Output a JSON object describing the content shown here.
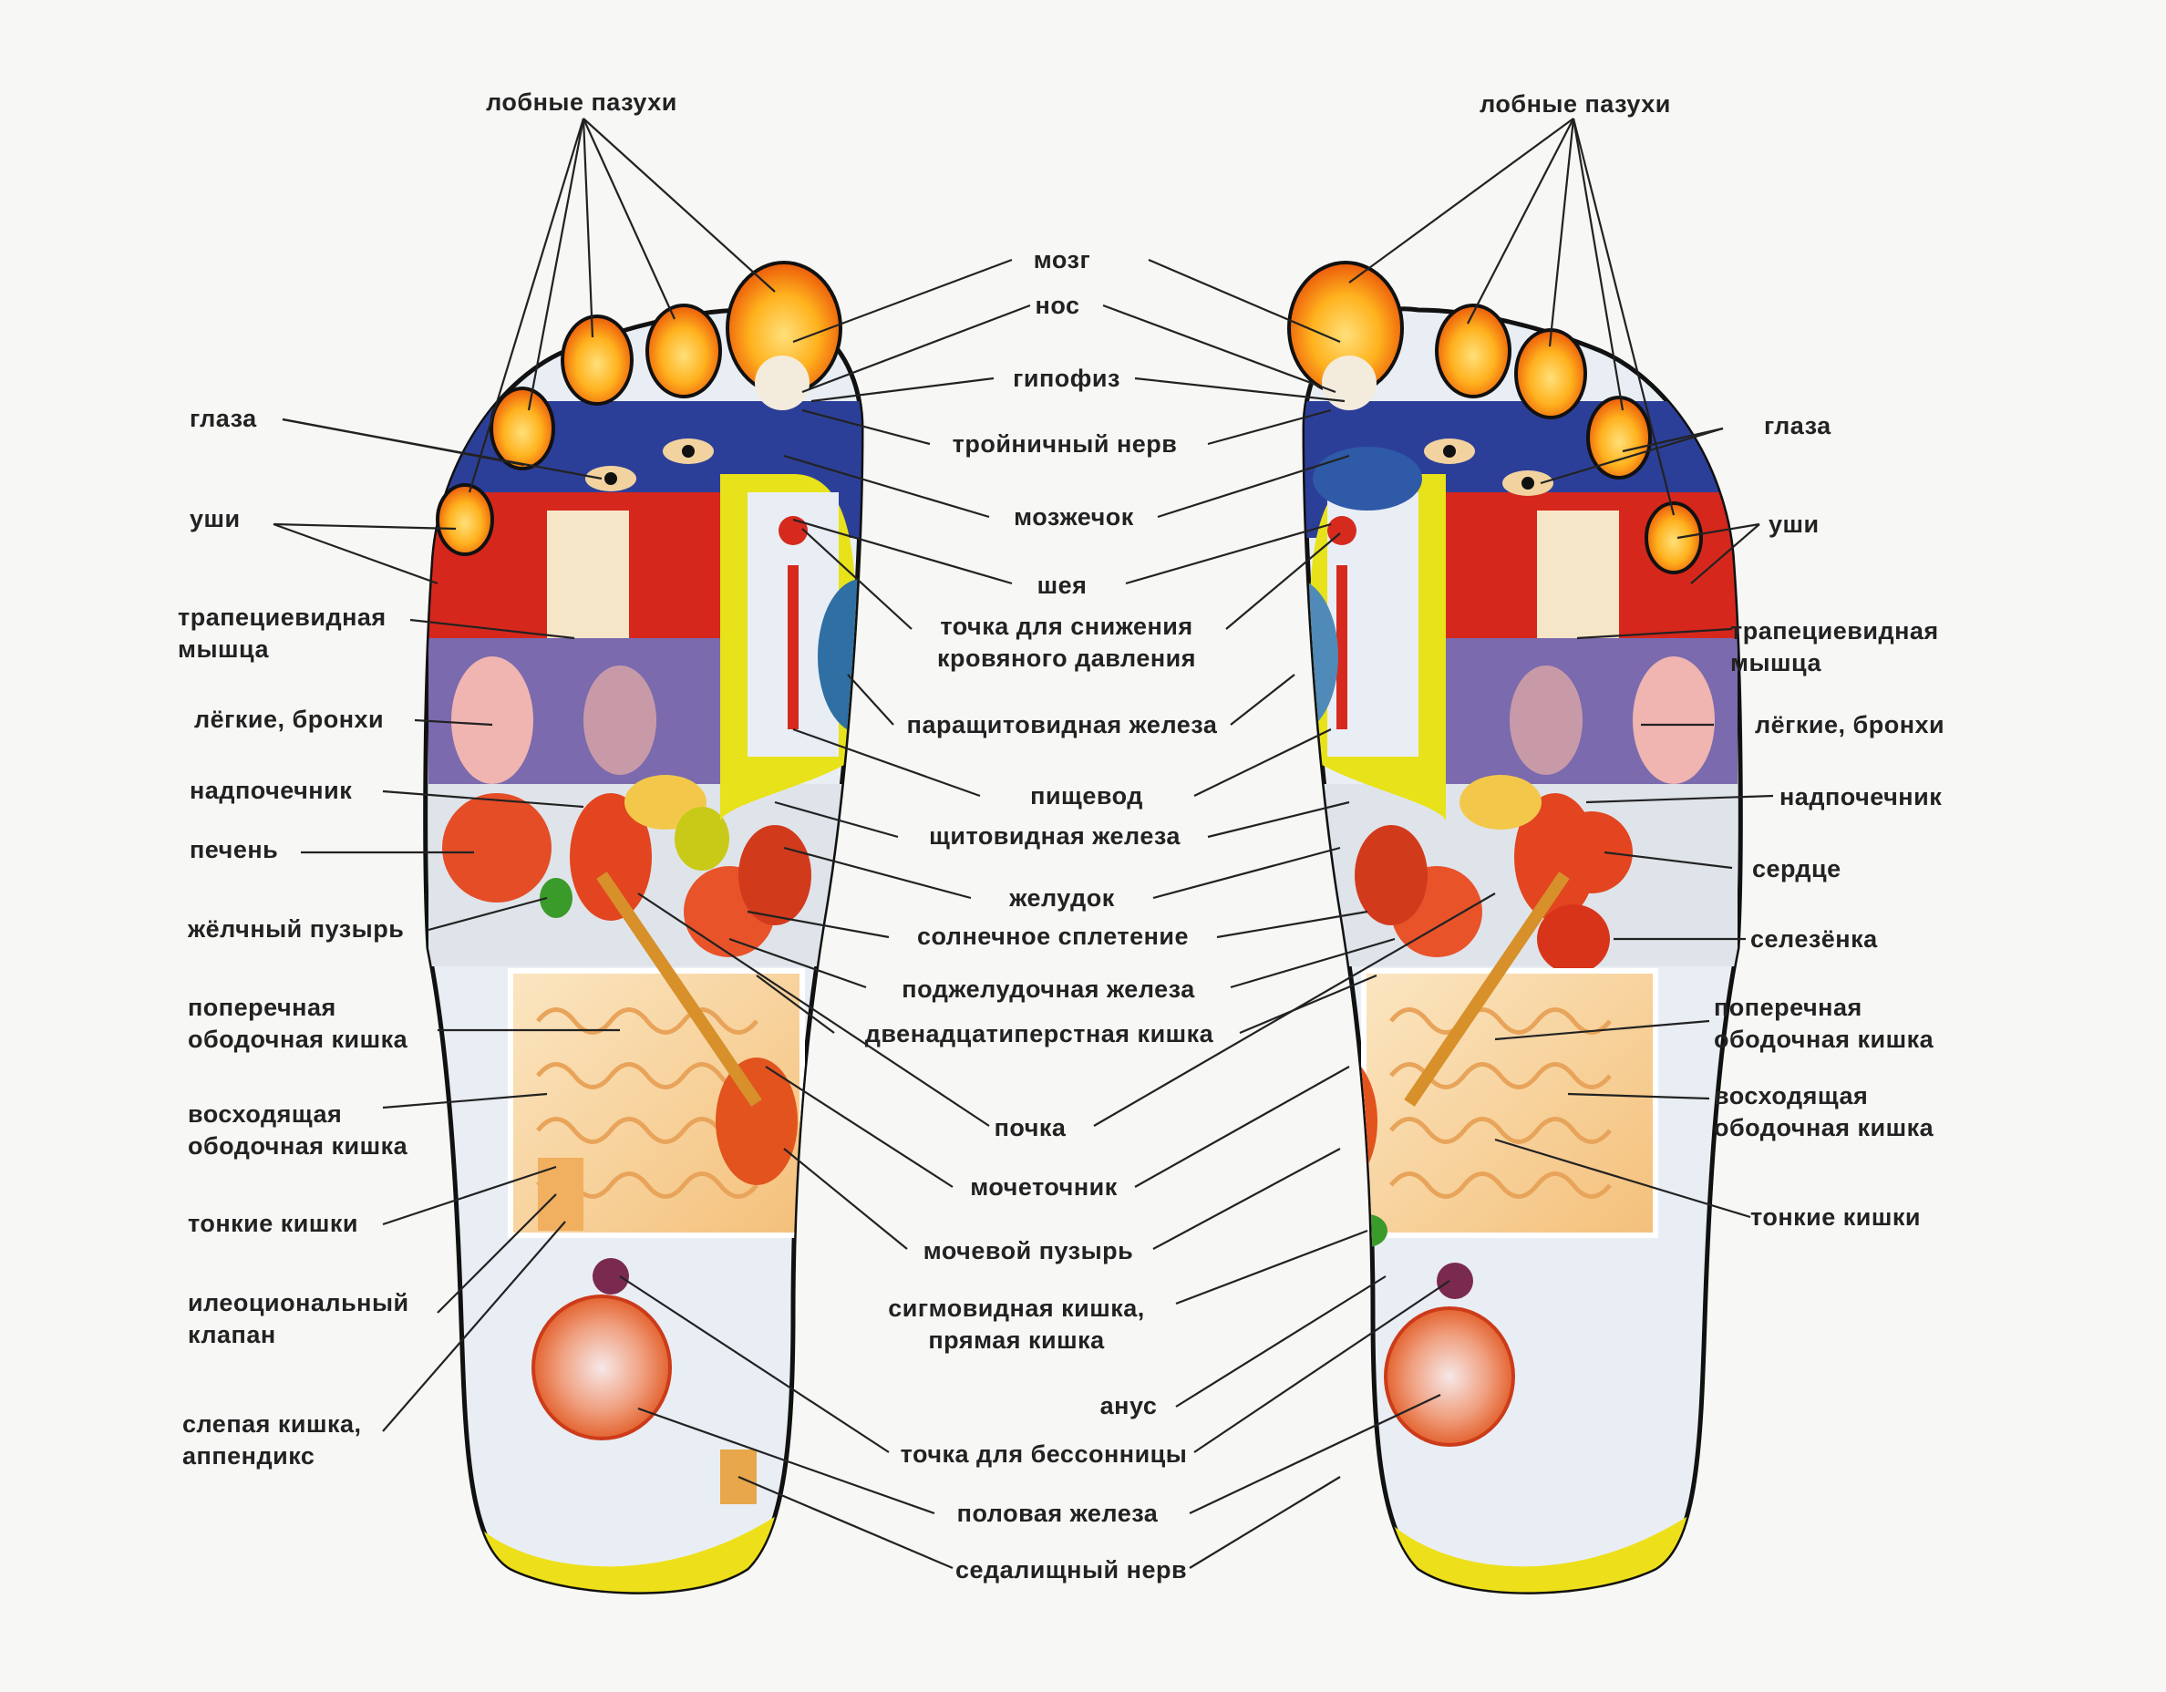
{
  "colors": {
    "background": "#f7f7f5",
    "outline": "#111111",
    "toe_orange": "#f0700c",
    "toe_center": "#ffc63a",
    "head_red": "#d9251c",
    "eye_blue": "#2b3f9b",
    "lung_purple": "#7a69ad",
    "spine_yellow": "#e7e21c",
    "heel_yellow": "#eedd15",
    "intestine_cream": "#f6d49d",
    "organ_red": "#e04a22",
    "thyroid_blue": "#2f6fa4",
    "label_text": "#222222"
  },
  "labels": {
    "frontal_sinus": "лобные пазухи",
    "eyes": "глаза",
    "ears": "уши",
    "trapezius": [
      "трапециевидная",
      "мышца"
    ],
    "lungs": "лёгкие, бронхи",
    "adrenal": "надпочечник",
    "liver": "печень",
    "gallbladder": "жёлчный пузырь",
    "transverse_colon": [
      "поперечная",
      "ободочная кишка"
    ],
    "ascending_colon": [
      "восходящая",
      "ободочная кишка"
    ],
    "small_intestine": "тонкие кишки",
    "ileocecal": [
      "илеоциональный",
      "клапан"
    ],
    "appendix": [
      "слепая кишка,",
      "аппендикс"
    ],
    "heart": "сердце",
    "spleen": "селезёнка",
    "brain": "мозг",
    "nose": "нос",
    "pituitary": "гипофиз",
    "trigeminal": "тройничный нерв",
    "cerebellum": "мозжечок",
    "neck": "шея",
    "blood_pressure": [
      "точка для снижения",
      "кровяного давления"
    ],
    "parathyroid": "паращитовидная железа",
    "esophagus": "пищевод",
    "thyroid": "щитовидная железа",
    "stomach": "желудок",
    "solar_plexus": "солнечное сплетение",
    "pancreas": "поджелудочная железа",
    "duodenum": "двенадцатиперстная кишка",
    "kidney": "почка",
    "ureter": "мочеточник",
    "bladder": "мочевой пузырь",
    "sigmoid": [
      "сигмовидная кишка,",
      "прямая кишка"
    ],
    "anus": "анус",
    "insomnia": "точка для бессонницы",
    "gonad": "половая железа",
    "sciatic": "седалищный нерв"
  }
}
